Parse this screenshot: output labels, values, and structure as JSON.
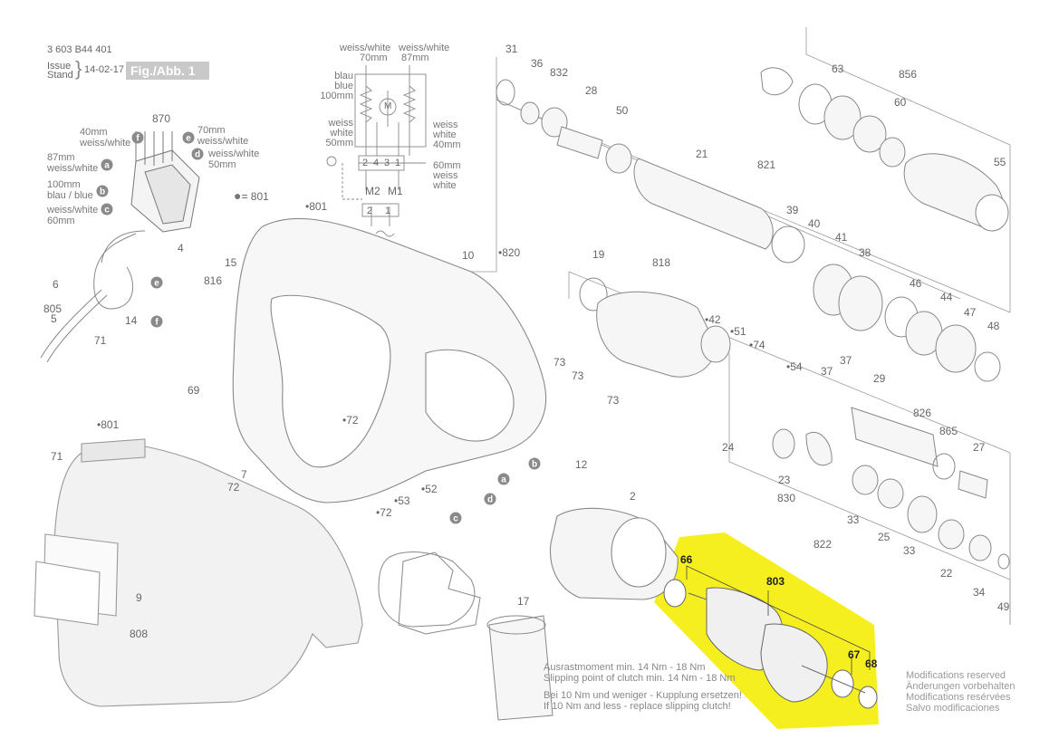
{
  "header": {
    "doc_number": "3 603 B44 401",
    "issue_label": "Issue",
    "stand_label": "Stand",
    "date": "14-02-17",
    "figure_label": "Fig./Abb. 1"
  },
  "wiring": {
    "top_left_label": "weiss/white",
    "top_left_length": "70mm",
    "top_right_label": "weiss/white",
    "top_right_length": "87mm",
    "blue_de": "blau",
    "blue_en": "blue",
    "blue_length": "100mm",
    "left_white_de": "weiss",
    "left_white_en": "white",
    "left_white_length": "50mm",
    "right_white_de": "weiss",
    "right_white_en": "white",
    "right_white_length": "40mm",
    "terminals": [
      "2",
      "4",
      "3",
      "1"
    ],
    "bottom_right_length": "60mm",
    "bottom_right_de": "weiss",
    "bottom_right_en": "white",
    "m2": "M2",
    "m1": "M1",
    "motor_symbol": "M",
    "mains": [
      "2",
      "1"
    ]
  },
  "switch": {
    "part": "870",
    "wire_a": "87mm\nweiss/white",
    "wire_b": "100mm\nblau / blue",
    "wire_c": "weiss/white\n60mm",
    "wire_d": "weiss/white\n50mm",
    "wire_e": "70mm\nweiss/white",
    "wire_f": "40mm\nweiss/white",
    "letters": [
      "a",
      "b",
      "c",
      "d",
      "e",
      "f"
    ]
  },
  "legend_801": "= 801",
  "parts": [
    "4",
    "6",
    "805",
    "5",
    "14",
    "71",
    "816",
    "15",
    "69",
    "7",
    "72",
    "801",
    "10",
    "820",
    "72",
    "53",
    "52",
    "72",
    "12",
    "2",
    "17",
    "9",
    "808",
    "71",
    "801",
    "31",
    "36",
    "832",
    "28",
    "50",
    "21",
    "821",
    "63",
    "856",
    "60",
    "55",
    "39",
    "40",
    "41",
    "38",
    "46",
    "44",
    "47",
    "48",
    "19",
    "818",
    "42",
    "51",
    "74",
    "54",
    "73",
    "73",
    "73",
    "37",
    "37",
    "29",
    "826",
    "865",
    "27",
    "24",
    "23",
    "830",
    "33",
    "25",
    "33",
    "822",
    "22",
    "34",
    "49",
    "66",
    "803",
    "67",
    "68"
  ],
  "highlight_color": "#f6ef1f",
  "clutch_note": {
    "line1": "Ausrastmoment min. 14 Nm - 18 Nm",
    "line2": "Slipping point of clutch min. 14 Nm - 18 Nm",
    "line3": "Bei 10 Nm und weniger - Kupplung ersetzen!",
    "line4": "If 10 Nm and less - replace slipping clutch!"
  },
  "modifications": {
    "en": "Modifications reserved",
    "de": "Änderungen vorbehalten",
    "fr": "Modifications resérvées",
    "es": "Salvo modificaciones"
  }
}
